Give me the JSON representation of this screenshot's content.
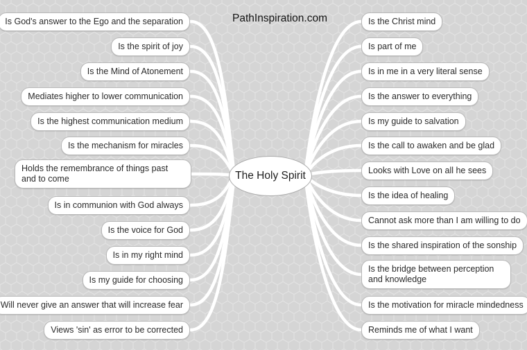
{
  "site_title": "PathInspiration.com",
  "colors": {
    "background": "#d5d5d5",
    "hex_pattern_line": "#e3e3e3",
    "node_fill": "#ffffff",
    "node_border": "#b7b7b7",
    "connector": "#ffffff",
    "text": "#2a2a2a"
  },
  "mindmap": {
    "root": {
      "label": "The Holy Spirit"
    },
    "left_nodes": [
      {
        "label": "Is God's answer to the Ego and the separation"
      },
      {
        "label": "Is the spirit of joy"
      },
      {
        "label": "Is the Mind of Atonement"
      },
      {
        "label": "Mediates higher to lower communication"
      },
      {
        "label": "Is the highest communication medium"
      },
      {
        "label": "Is the mechanism for miracles"
      },
      {
        "label": "Holds the remembrance of things past and to come"
      },
      {
        "label": "Is in communion with God always"
      },
      {
        "label": "Is the voice for God"
      },
      {
        "label": "Is in my right mind"
      },
      {
        "label": "Is my guide for choosing"
      },
      {
        "label": "Will never give an answer that will increase fear"
      },
      {
        "label": "Views 'sin' as error to be corrected"
      }
    ],
    "right_nodes": [
      {
        "label": "Is the Christ mind"
      },
      {
        "label": "Is part of me"
      },
      {
        "label": "Is in me in a very literal sense"
      },
      {
        "label": "Is the answer to everything"
      },
      {
        "label": "Is my guide to salvation"
      },
      {
        "label": "Is the call to awaken and be glad"
      },
      {
        "label": "Looks with Love on all he sees"
      },
      {
        "label": "Is the idea of healing"
      },
      {
        "label": "Cannot ask more than I am willing to do"
      },
      {
        "label": "Is the shared inspiration of the sonship"
      },
      {
        "label": "Is the bridge between perception and knowledge"
      },
      {
        "label": "Is the motivation for miracle mindedness"
      },
      {
        "label": "Reminds me of what I want"
      }
    ]
  }
}
